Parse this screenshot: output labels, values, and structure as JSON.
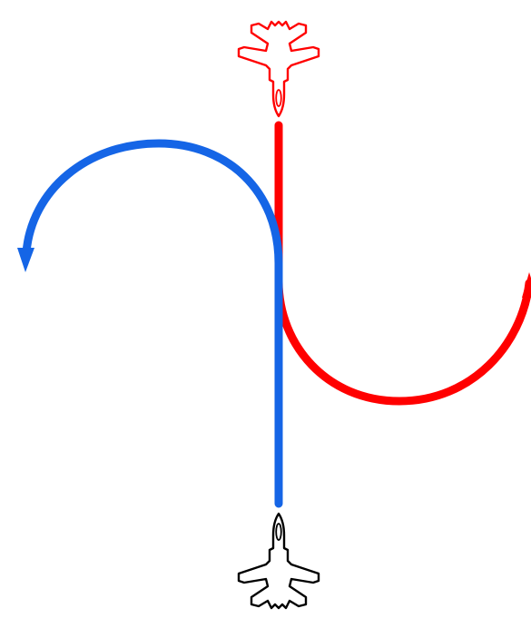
{
  "diagram": {
    "background": "#ffffff",
    "aircraft": [
      {
        "id": "red-jet",
        "color": "#ff0000",
        "heading": "south",
        "icon": "fighter-jet-icon"
      },
      {
        "id": "black-jet",
        "color": "#000000",
        "heading": "north",
        "icon": "fighter-jet-icon"
      }
    ],
    "paths": [
      {
        "id": "red-path",
        "color": "#ff0000",
        "turn": "left",
        "end_arrow": true
      },
      {
        "id": "blue-path",
        "color": "#1565e6",
        "turn": "left",
        "end_arrow": true
      }
    ]
  }
}
